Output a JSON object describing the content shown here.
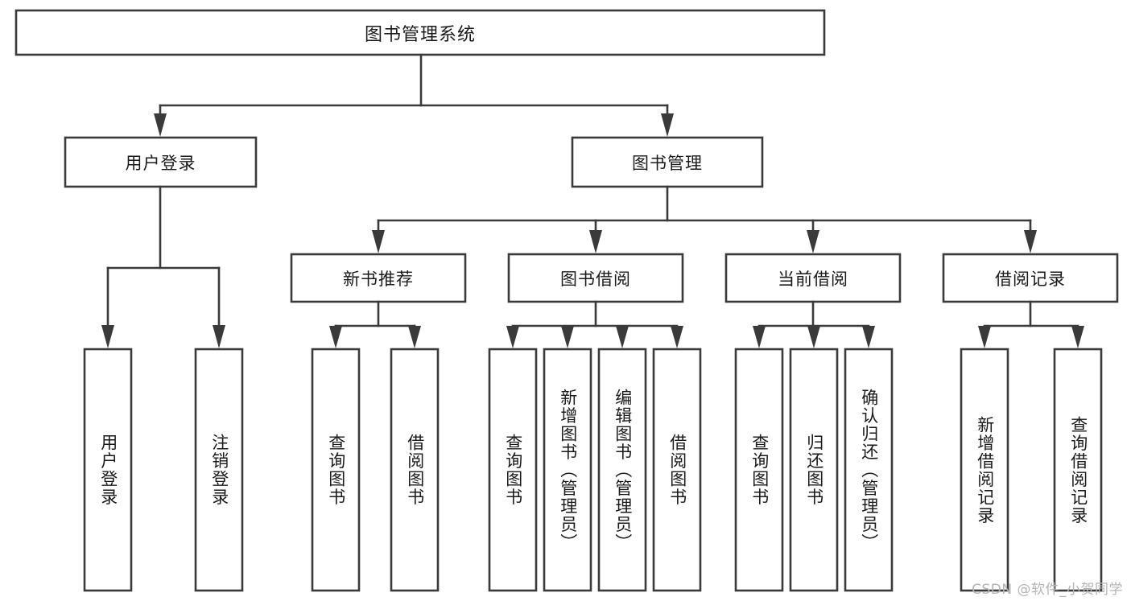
{
  "diagram": {
    "title": "图书管理系统",
    "type": "tree-hierarchy",
    "watermark": "CSDN @软件_小贺同学",
    "colors": {
      "background": "#ffffff",
      "box_fill": "#ffffff",
      "box_stroke": "#3a3a3a",
      "connector": "#3a3a3a",
      "text": "#1a1a1a",
      "watermark": "#b4b4b4"
    },
    "root": {
      "label": "图书管理系统"
    },
    "level2": [
      {
        "label": "用户登录"
      },
      {
        "label": "图书管理"
      }
    ],
    "level3": [
      {
        "label": "新书推荐"
      },
      {
        "label": "图书借阅"
      },
      {
        "label": "当前借阅"
      },
      {
        "label": "借阅记录"
      }
    ],
    "leaves": {
      "user_login": [
        {
          "label": "用户登录"
        },
        {
          "label": "注销登录"
        }
      ],
      "new_book": [
        {
          "label": "查询图书"
        },
        {
          "label": "借阅图书"
        }
      ],
      "book_borrow": [
        {
          "label": "查询图书"
        },
        {
          "label": "新增图书（管理员）"
        },
        {
          "label": "编辑图书（管理员）"
        },
        {
          "label": "借阅图书"
        }
      ],
      "current_borrow": [
        {
          "label": "查询图书"
        },
        {
          "label": "归还图书"
        },
        {
          "label": "确认归还（管理员）"
        }
      ],
      "borrow_record": [
        {
          "label": "新增借阅记录"
        },
        {
          "label": "查询借阅记录"
        }
      ]
    }
  }
}
